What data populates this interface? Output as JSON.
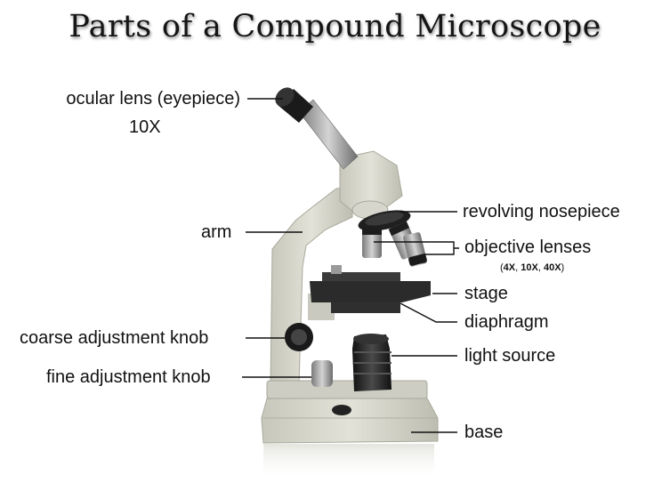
{
  "title": "Parts of a Compound Microscope",
  "labels": {
    "ocular": "ocular lens (eyepiece)",
    "ocular_mag": "10X",
    "arm": "arm",
    "coarse": "coarse adjustment knob",
    "fine": "fine adjustment knob",
    "nosepiece": "revolving nosepiece",
    "objectives": "objective lenses",
    "objectives_mag": [
      "4X",
      "10X",
      "40X"
    ],
    "stage": "stage",
    "diaphragm": "diaphragm",
    "light": "light source",
    "base": "base"
  },
  "colors": {
    "body": "#d9d9cf",
    "body_shadow": "#b9b9ad",
    "stage": "#2b2b2b",
    "chrome": "#a9a9a9",
    "leader": "#111111"
  }
}
